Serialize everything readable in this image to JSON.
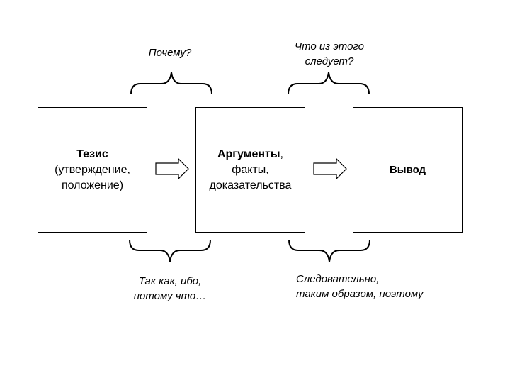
{
  "colors": {
    "stroke": "#000000",
    "background": "#ffffff"
  },
  "boxes": {
    "thesis": {
      "title": "Тезис",
      "line2": "(утверждение,",
      "line3": "положение)"
    },
    "arguments": {
      "title": "Аргументы",
      "title_suffix": ",",
      "line2": "факты,",
      "line3": "доказательства"
    },
    "conclusion": {
      "title": "Вывод"
    }
  },
  "captions": {
    "why": "Почему?",
    "follows": {
      "line1": "Что из этого",
      "line2": "следует?"
    },
    "because": {
      "line1": "Так как, ибо,",
      "line2": "потому что…"
    },
    "therefore": {
      "line1": "Следовательно,",
      "line2": "таким образом, поэтому"
    }
  },
  "icons": {
    "arrow_1": "block-right-arrow-icon",
    "arrow_2": "block-right-arrow-icon",
    "brace_top": "curly-brace-icon",
    "brace_bottom": "curly-brace-icon"
  }
}
